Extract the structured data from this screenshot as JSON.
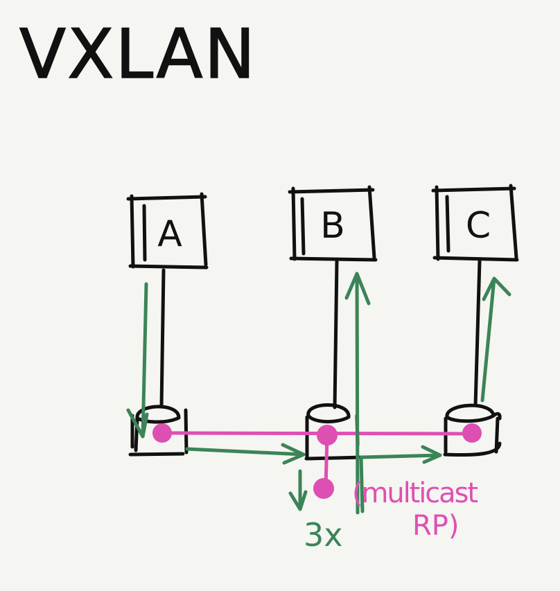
{
  "title": "VXLAN",
  "hosts": [
    {
      "label": "A"
    },
    {
      "label": "B"
    },
    {
      "label": "C"
    }
  ],
  "annotations": {
    "replication": "3x",
    "multicast_line1": "(multicast",
    "multicast_line2": "RP)"
  },
  "colors": {
    "background": "#f5f5f1",
    "ink": "#111111",
    "traffic_arrows": "#3b8458",
    "overlay_tunnel": "#de4fb3"
  }
}
